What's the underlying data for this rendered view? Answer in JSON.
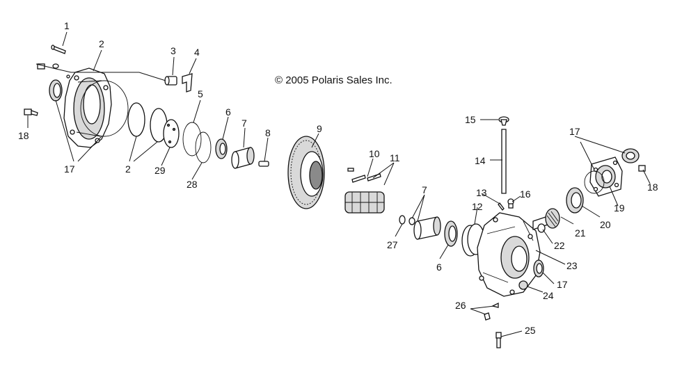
{
  "copyright": "© 2005 Polaris Sales Inc.",
  "callouts": [
    "1",
    "2",
    "3",
    "4",
    "2",
    "17",
    "18",
    "5",
    "6",
    "7",
    "8",
    "29",
    "28",
    "9",
    "10",
    "11",
    "15",
    "14",
    "13",
    "16",
    "12",
    "7",
    "27",
    "6",
    "17",
    "18",
    "19",
    "20",
    "21",
    "22",
    "23",
    "24",
    "17",
    "26",
    "25"
  ]
}
